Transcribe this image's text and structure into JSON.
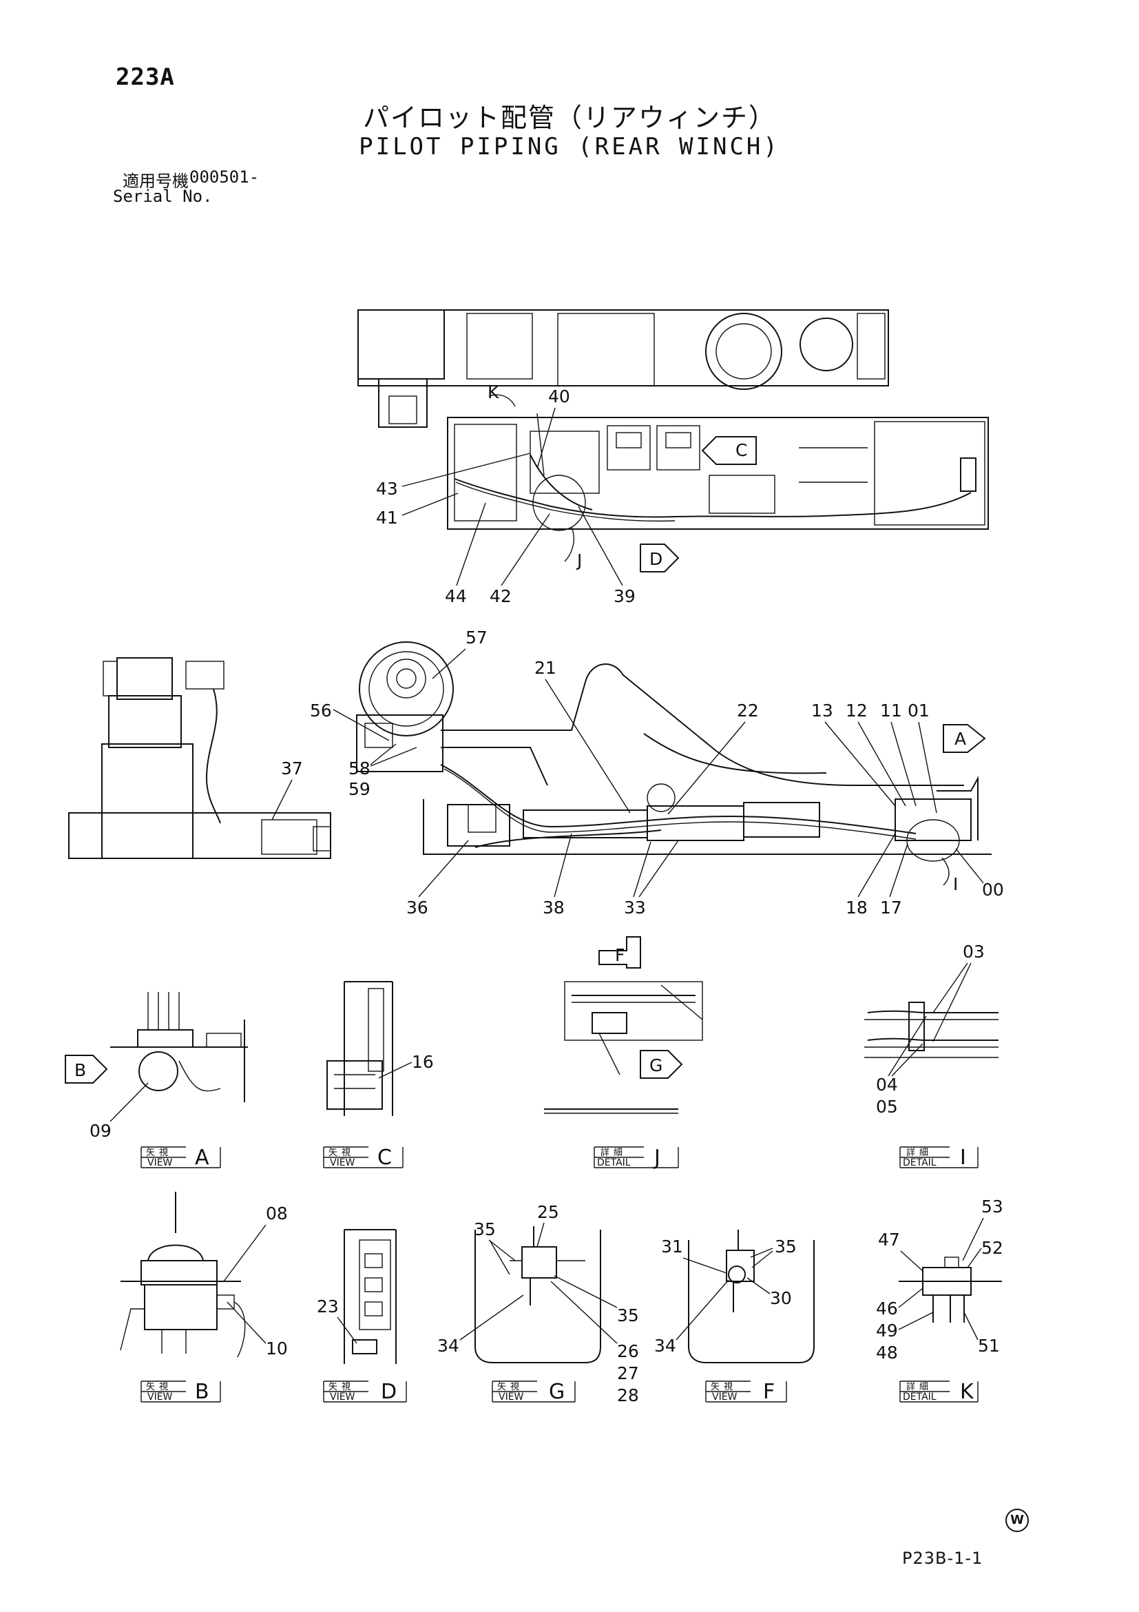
{
  "header": {
    "page_code": "223A",
    "title_jp": "パイロット配管（リアウィンチ）",
    "title_en": "PILOT PIPING (REAR WINCH)",
    "serial_label_jp": "適用号機",
    "serial_value": "000501-",
    "serial_label_en": "Serial No."
  },
  "callouts": {
    "top": [
      "K",
      "40",
      "C",
      "43",
      "41",
      "44",
      "42",
      "J",
      "39",
      "D"
    ],
    "side": [
      "57",
      "21",
      "22",
      "13",
      "12",
      "11",
      "01",
      "A",
      "56",
      "37",
      "58",
      "59",
      "36",
      "38",
      "33",
      "18",
      "17",
      "I",
      "00"
    ],
    "views_row1": [
      "F",
      "03",
      "B",
      "16",
      "G",
      "04",
      "05",
      "09"
    ],
    "views_row2": [
      "08",
      "25",
      "53",
      "35",
      "47",
      "31",
      "35",
      "52",
      "23",
      "35",
      "46",
      "10",
      "30",
      "49",
      "34",
      "26",
      "34",
      "48",
      "51",
      "27",
      "28"
    ]
  },
  "captions": [
    {
      "jp": "矢視",
      "en": "VIEW",
      "letter": "A"
    },
    {
      "jp": "矢視",
      "en": "VIEW",
      "letter": "C"
    },
    {
      "jp": "詳細",
      "en": "DETAIL",
      "letter": "J"
    },
    {
      "jp": "詳細",
      "en": "DETAIL",
      "letter": "I"
    },
    {
      "jp": "矢視",
      "en": "VIEW",
      "letter": "B"
    },
    {
      "jp": "矢視",
      "en": "VIEW",
      "letter": "D"
    },
    {
      "jp": "矢視",
      "en": "VIEW",
      "letter": "G"
    },
    {
      "jp": "矢視",
      "en": "VIEW",
      "letter": "F"
    },
    {
      "jp": "詳細",
      "en": "DETAIL",
      "letter": "K"
    }
  ],
  "footer": {
    "mark": "W",
    "page_ref": "P23B-1-1"
  }
}
